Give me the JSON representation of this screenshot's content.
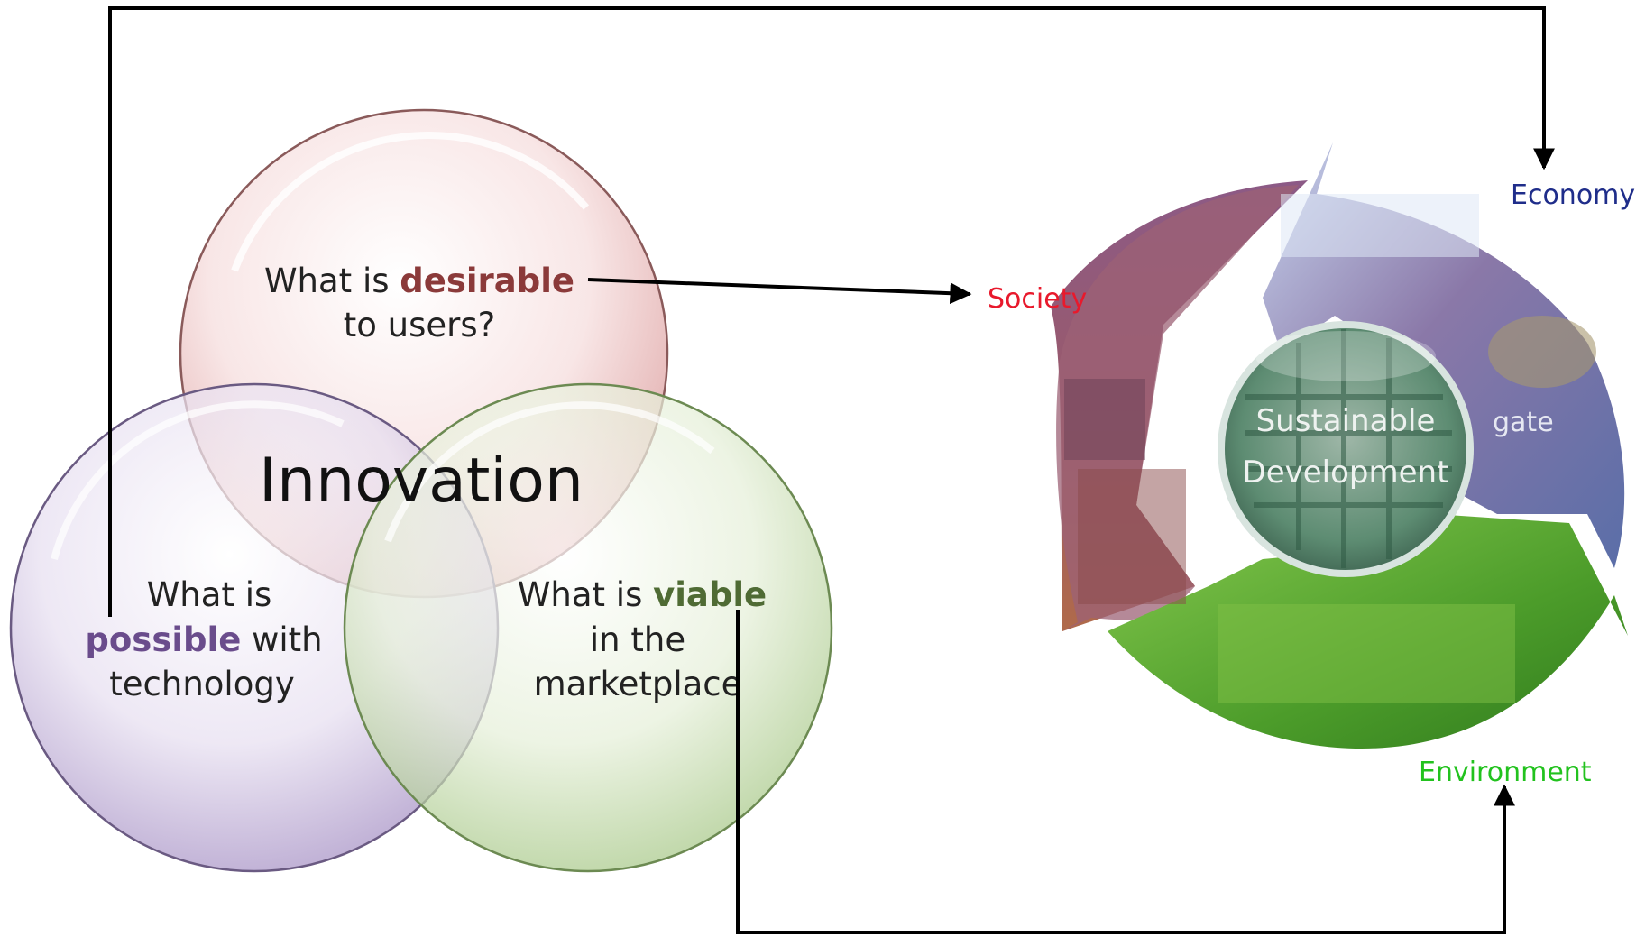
{
  "venn": {
    "center_label": "Innovation",
    "desirable": {
      "prefix": "What is ",
      "keyword": "desirable",
      "line2": "to users?"
    },
    "possible": {
      "line1": "What is",
      "keyword": "possible",
      "suffix": " with",
      "line3": "technology"
    },
    "viable": {
      "prefix": "What is ",
      "keyword": "viable",
      "line2": "in the",
      "line3": "marketplace"
    }
  },
  "cycle": {
    "center_line1": "Sustainable",
    "center_line2": "Development",
    "labels": {
      "society": "Society",
      "economy": "Economy",
      "environment": "Environment"
    },
    "photo_text": "gate"
  },
  "colors": {
    "desirable_accent": "#8b3a3a",
    "possible_accent": "#6a4c8c",
    "viable_accent": "#4f6b34",
    "society": "#e8192c",
    "economy": "#1f2d8a",
    "environment": "#22c21e"
  }
}
